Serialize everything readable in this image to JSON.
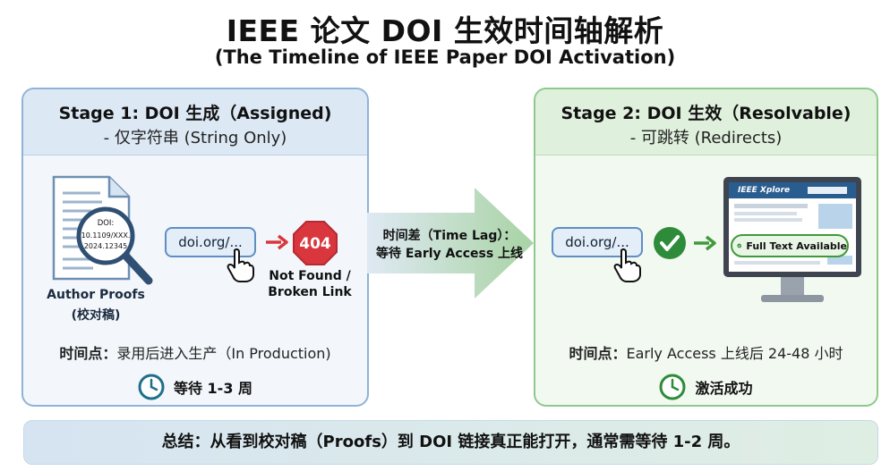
{
  "header": {
    "title": "IEEE 论文 DOI 生效时间轴解析",
    "subtitle": "(The Timeline of IEEE Paper DOI Activation)"
  },
  "stage1": {
    "title": "Stage 1: DOI 生成（Assigned)",
    "subtitle": "- 仅字符串 (String Only)",
    "doc_doi_label": "DOI:",
    "doc_doi_line1": "10.1109/XXX.",
    "doc_doi_line2": "2024.12345",
    "doc_caption_1": "Author Proofs",
    "doc_caption_2": "(校对稿)",
    "url": "doi.org/...",
    "error_code": "404",
    "error_text_1": "Not Found /",
    "error_text_2": "Broken Link",
    "time_label": "时间点：",
    "time_value": "录用后进入生产（In Production)",
    "wait_text": "等待 1-3 周",
    "icons": [
      "document-icon",
      "magnifier-icon",
      "pointer-hand-icon",
      "arrow-right-icon",
      "stop-sign-icon",
      "clock-icon"
    ]
  },
  "lag": {
    "line1": "时间差（Time Lag）：",
    "line2": "等待 Early Access 上线"
  },
  "stage2": {
    "title": "Stage 2: DOI 生效（Resolvable)",
    "subtitle": "- 可跳转 (Redirects)",
    "url": "doi.org/...",
    "brand": "IEEE Xplore",
    "full_text": "Full Text Available",
    "time_label": "时间点：",
    "time_value": "Early Access 上线后 24-48 小时",
    "status_text": "激活成功",
    "icons": [
      "pointer-hand-icon",
      "check-circle-icon",
      "arrow-right-icon",
      "monitor-icon",
      "clock-icon"
    ]
  },
  "summary": {
    "text": "总结：从看到校对稿（Proofs）到 DOI 链接真正能打开，通常需等待 1-2 周。"
  },
  "colors": {
    "left_border": "#8fb3d6",
    "right_border": "#8ec98a",
    "error_red": "#d9363e",
    "success_green": "#3f9a3a",
    "clock_teal": "#1f6f8b"
  }
}
